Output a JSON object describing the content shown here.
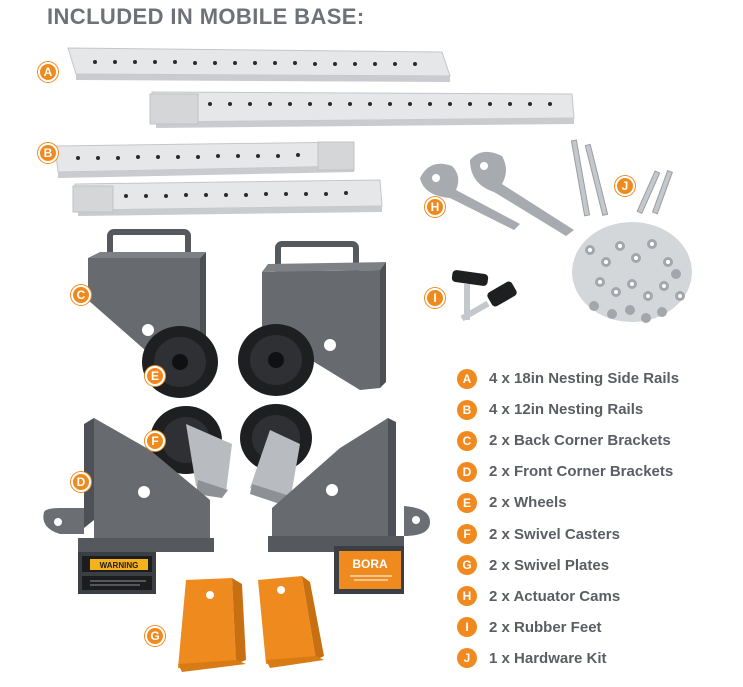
{
  "title": "INCLUDED IN MOBILE BASE:",
  "badges": {
    "a": "A",
    "b": "B",
    "c": "C",
    "d": "D",
    "e": "E",
    "f": "F",
    "g": "G",
    "h": "H",
    "i": "I",
    "j": "J"
  },
  "legend": [
    {
      "letter": "A",
      "text": "4 x 18in Nesting Side Rails"
    },
    {
      "letter": "B",
      "text": "4 x 12in Nesting Rails"
    },
    {
      "letter": "C",
      "text": "2 x Back Corner Brackets"
    },
    {
      "letter": "D",
      "text": "2 x Front Corner Brackets"
    },
    {
      "letter": "E",
      "text": "2 x Wheels"
    },
    {
      "letter": "F",
      "text": "2 x Swivel Casters"
    },
    {
      "letter": "G",
      "text": "2 x Swivel Plates"
    },
    {
      "letter": "H",
      "text": "2 x Actuator Cams"
    },
    {
      "letter": "I",
      "text": "2 x Rubber Feet"
    },
    {
      "letter": "J",
      "text": "1 x Hardware Kit"
    }
  ],
  "labels": {
    "warning": "WARNING",
    "bora": "BORA"
  },
  "colors": {
    "accent": "#f08a1f",
    "rail": "#dcdee0",
    "bracket": "#606468",
    "wheel": "#1e1f21",
    "plate": "#ee8a1e",
    "title": "#6e7278"
  }
}
